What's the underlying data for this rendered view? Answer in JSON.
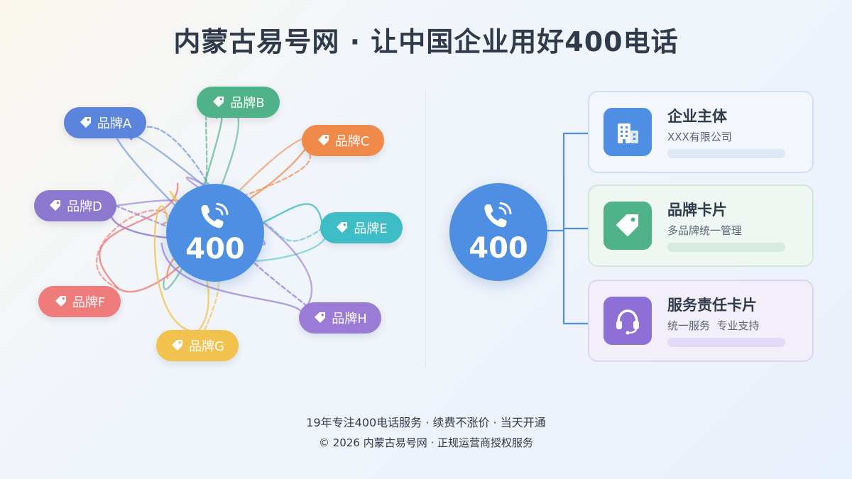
{
  "title": "内蒙古易号网 · 让中国企业用好400电话",
  "left_hub": {
    "label": "400"
  },
  "brands": [
    {
      "label": "品牌A",
      "color": "#5b84dc"
    },
    {
      "label": "品牌B",
      "color": "#4fb289"
    },
    {
      "label": "品牌C",
      "color": "#f08a4a"
    },
    {
      "label": "品牌D",
      "color": "#8d78cf"
    },
    {
      "label": "品牌E",
      "color": "#3fbdc6"
    },
    {
      "label": "品牌F",
      "color": "#f07b7b"
    },
    {
      "label": "品牌G",
      "color": "#f2c24f"
    },
    {
      "label": "品牌H",
      "color": "#9a7bd6"
    }
  ],
  "right_hub": {
    "label": "400"
  },
  "cards": [
    {
      "title": "企业主体",
      "subtitle": "XXX有限公司",
      "icon": "building-icon",
      "accent": "#4f8fe3"
    },
    {
      "title": "品牌卡片",
      "subtitle": "多品牌统一管理",
      "icon": "tag-icon",
      "accent": "#4fb289"
    },
    {
      "title": "服务责任卡片",
      "subtitle": "统一服务  专业支持",
      "icon": "headset-icon",
      "accent": "#8d6fd6"
    }
  ],
  "footer": {
    "line1": "19年专注400电话服务 · 续费不涨价 · 当天开通",
    "line2": "© 2026 内蒙古易号网 · 正规运营商授权服务"
  }
}
